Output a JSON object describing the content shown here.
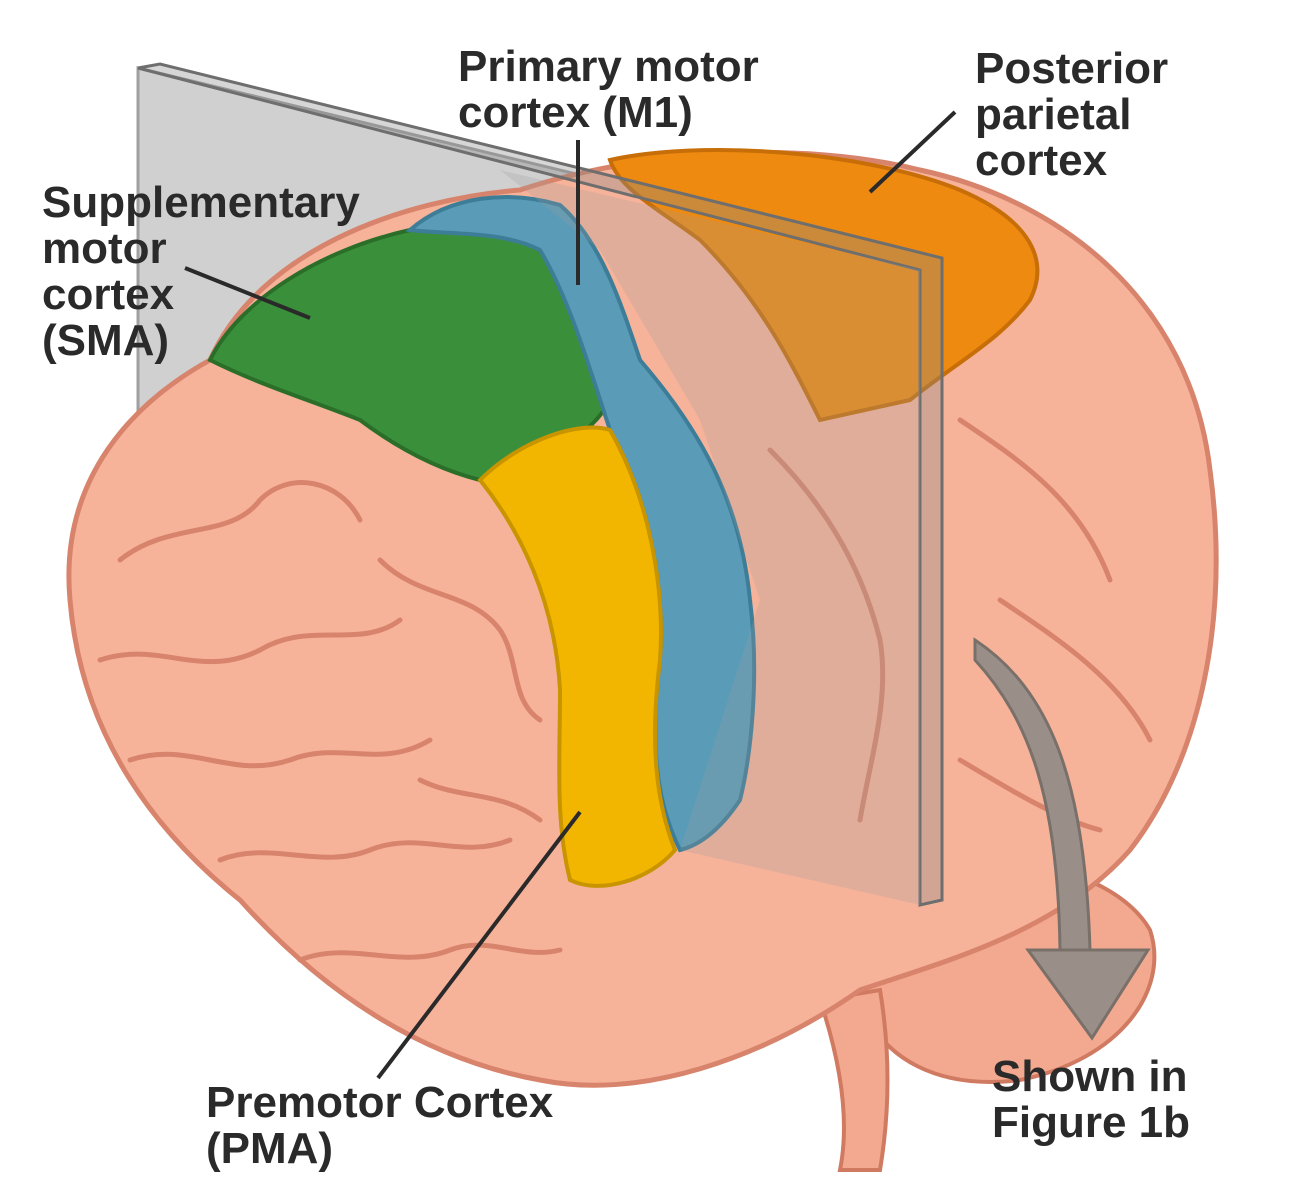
{
  "labels": {
    "primary_motor": {
      "line1": "Primary motor",
      "line2": "cortex (M1)"
    },
    "posterior_parietal": {
      "line1": "Posterior",
      "line2": "parietal",
      "line3": "cortex"
    },
    "supplementary_motor": {
      "line1": "Supplementary",
      "line2": "motor",
      "line3": "cortex",
      "line4": "(SMA)"
    },
    "premotor": {
      "line1": "Premotor Cortex",
      "line2": "(PMA)"
    },
    "shown_in": {
      "line1": "Shown in",
      "line2": "Figure 1b"
    }
  },
  "colors": {
    "brain_skin": "#f7b39a",
    "brain_fold": "#d8846c",
    "sma_green": "#3a8f3a",
    "m1_blue": "#5a9cb8",
    "pma_yellow": "#f2b600",
    "ppc_orange": "#ee8a10",
    "plane_gray": "#9a9a9a",
    "arrow_gray": "#9a8f88",
    "text": "#2a2a2a"
  }
}
